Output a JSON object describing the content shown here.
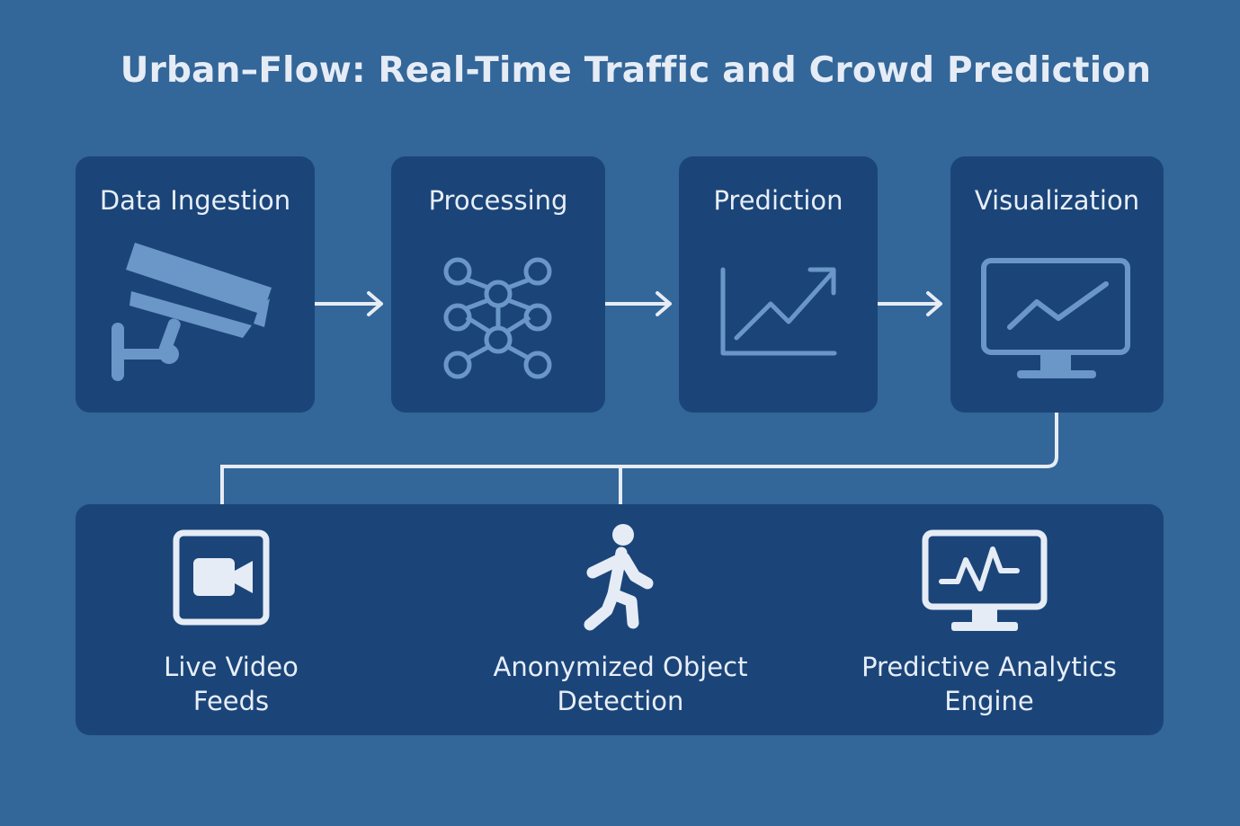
{
  "title": "Urban–Flow: Real-Time Traffic and Crowd Prediction",
  "colors": {
    "background": "#336699",
    "panel": "#1b4579",
    "icon": "#6b96c8",
    "line": "#e6ecf5",
    "text": "#e8eef6"
  },
  "stages": [
    {
      "label": "Data Ingestion",
      "icon": "cctv-camera-icon"
    },
    {
      "label": "Processing",
      "icon": "network-nodes-icon"
    },
    {
      "label": "Prediction",
      "icon": "trend-chart-icon"
    },
    {
      "label": "Visualization",
      "icon": "monitor-chart-icon"
    }
  ],
  "features": [
    {
      "label": "Live Video\nFeeds",
      "icon": "video-camera-icon"
    },
    {
      "label": "Anonymized Object\nDetection",
      "icon": "walking-person-icon"
    },
    {
      "label": "Predictive Analytics\nEngine",
      "icon": "monitor-pulse-icon"
    }
  ]
}
